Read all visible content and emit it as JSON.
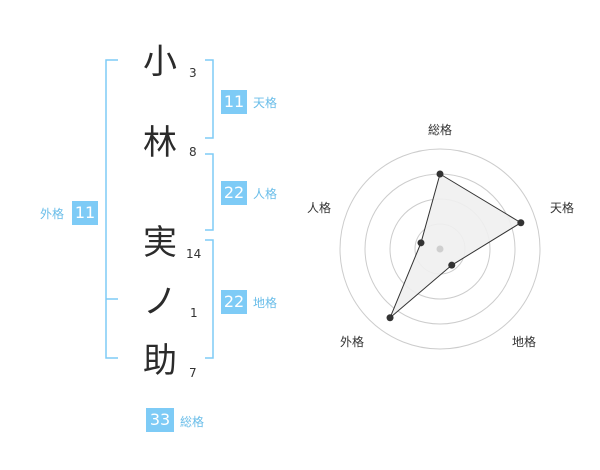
{
  "name": {
    "chars": [
      {
        "char": "小",
        "strokes": "3"
      },
      {
        "char": "林",
        "strokes": "8"
      },
      {
        "char": "実",
        "strokes": "14"
      },
      {
        "char": "ノ",
        "strokes": "1"
      },
      {
        "char": "助",
        "strokes": "7"
      }
    ]
  },
  "fortune": {
    "tenkaku": {
      "value": "11",
      "label": "天格"
    },
    "jinkaku": {
      "value": "22",
      "label": "人格"
    },
    "chikaku": {
      "value": "22",
      "label": "地格"
    },
    "gaikaku": {
      "value": "11",
      "label": "外格"
    },
    "soukaku": {
      "value": "33",
      "label": "総格"
    }
  },
  "chart_data": {
    "type": "radar",
    "axes": [
      "総格",
      "天格",
      "地格",
      "外格",
      "人格"
    ],
    "values": [
      0.75,
      0.85,
      0.2,
      0.85,
      0.2
    ],
    "range": [
      0,
      1
    ],
    "rings": 4,
    "colors": {
      "fill": "#efefef",
      "line": "#333333",
      "ring": "#cccccc",
      "center": "#cfcfcf"
    }
  },
  "colors": {
    "bracket": "#7ecbf6",
    "badge": "#7ecbf6",
    "badge_label": "#69bde9"
  }
}
